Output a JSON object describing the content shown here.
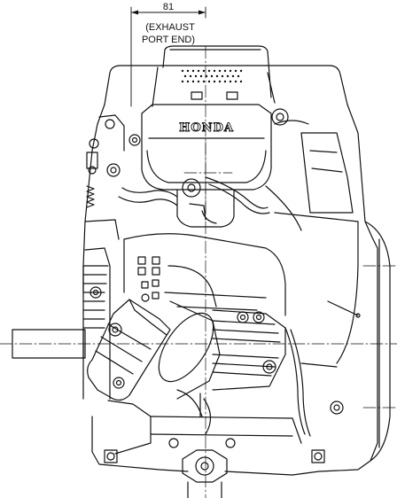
{
  "dimension": {
    "value": "81",
    "note_line1": "(EXHAUST",
    "note_line2": "PORT END)"
  },
  "brand_label": "HONDA",
  "colors": {
    "line": "#111111",
    "background": "#ffffff"
  }
}
